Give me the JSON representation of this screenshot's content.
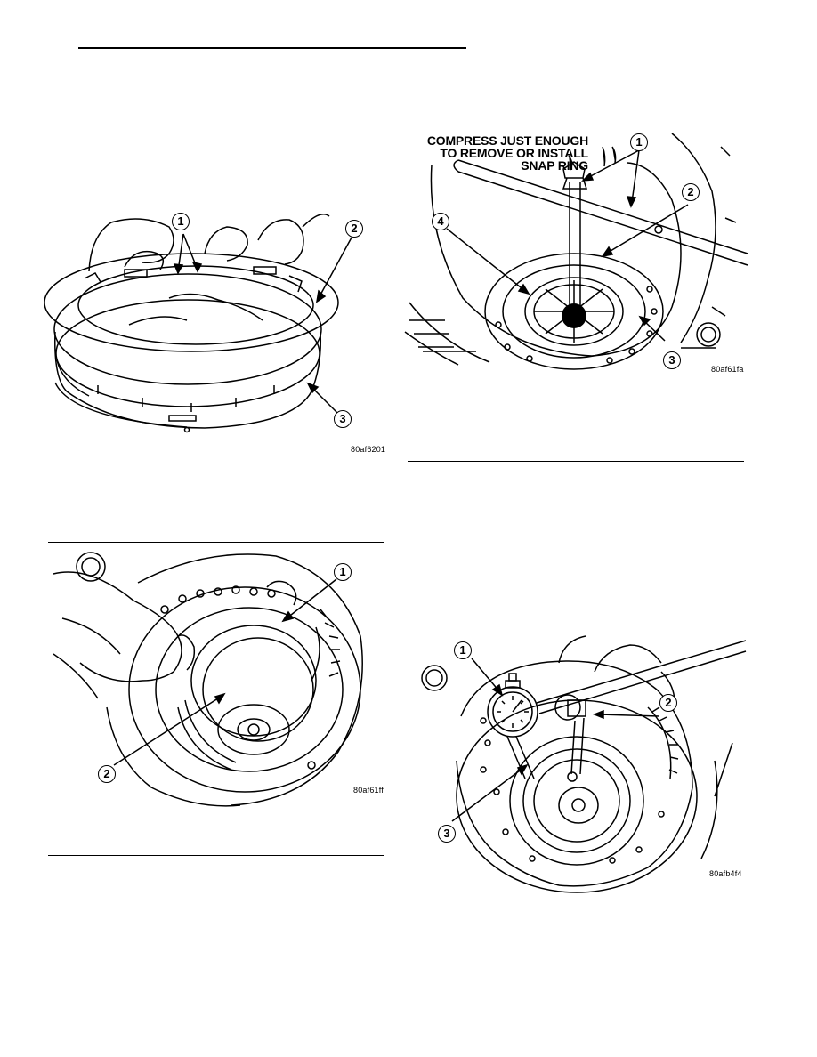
{
  "figures": [
    {
      "id": "fig-1",
      "code": "80af6201",
      "callouts": [
        "1",
        "2",
        "3"
      ]
    },
    {
      "id": "fig-2",
      "code": "80af61fa",
      "callouts": [
        "1",
        "2",
        "3",
        "4"
      ],
      "note": [
        "COMPRESS JUST ENOUGH",
        "TO REMOVE OR INSTALL",
        "SNAP RING"
      ]
    },
    {
      "id": "fig-3",
      "code": "80af61ff",
      "callouts": [
        "1",
        "2"
      ]
    },
    {
      "id": "fig-4",
      "code": "80afb4f4",
      "callouts": [
        "1",
        "2",
        "3"
      ]
    }
  ]
}
